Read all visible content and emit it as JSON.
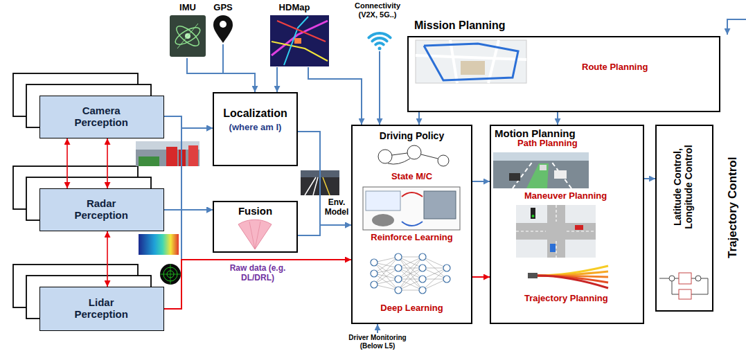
{
  "diagram": {
    "nodes": [
      {
        "text": [
          "Camera Perception"
        ]
      },
      {
        "text": [
          "Radar Perception"
        ]
      },
      {
        "text": [
          "Lidar Perception"
        ]
      },
      {
        "text": [
          "Localization",
          "(where am I)"
        ]
      },
      {
        "text": [
          "Fusion"
        ]
      },
      {
        "text": [
          "Mission Planning",
          "Route Planning"
        ]
      },
      {
        "text": [
          "Driving Policy",
          "State M/C",
          "Reinforce Learning",
          "Deep Learning"
        ]
      },
      {
        "text": [
          "Motion Planning",
          "Path Planning",
          "Maneuver Planning",
          "Trajectory Planning"
        ]
      },
      {
        "text": [
          "Latitude Control, Longitude Control",
          "Trajectory Control"
        ]
      }
    ],
    "edges": [
      {
        "from": 0,
        "to": 1,
        "arrow": "both"
      },
      {
        "from": 0,
        "to": 1,
        "arrow": "both"
      },
      {
        "from": 1,
        "to": 2,
        "arrow": "both"
      },
      {
        "from": 0,
        "to": 3,
        "arrow": "to"
      },
      {
        "from": 0,
        "to": 4,
        "arrow": "to"
      },
      {
        "from": 1,
        "to": 3,
        "arrow": "to"
      },
      {
        "from": 1,
        "to": 4,
        "arrow": "to"
      },
      {
        "from": 2,
        "to": 3,
        "arrow": "to"
      },
      {
        "from": 2,
        "to": 4,
        "arrow": "to"
      },
      {
        "from": 2,
        "to": 6,
        "arrow": "to",
        "label": "Raw data (e.g. DL/DRL)"
      },
      {
        "from": 3,
        "to": 6,
        "arrow": "to"
      },
      {
        "from": 4,
        "to": 6,
        "arrow": "to"
      },
      {
        "from": 5,
        "to": 6,
        "arrow": "to"
      },
      {
        "from": 5,
        "to": 7,
        "arrow": "to"
      },
      {
        "from": 6,
        "to": 7,
        "arrow": "to"
      },
      {
        "from": 6,
        "to": 7,
        "arrow": "to"
      },
      {
        "from": 7,
        "to": 8,
        "arrow": "to"
      }
    ],
    "labels": [
      "IMU",
      "GPS",
      "HDMap",
      "Connectivity (V2X, 5G..)",
      "Env. Model",
      "Driver Monitoring (Below L5)"
    ]
  }
}
